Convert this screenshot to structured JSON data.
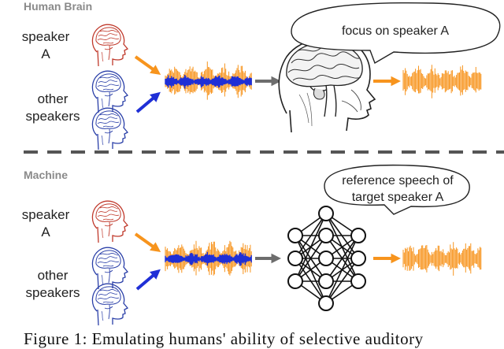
{
  "sections": [
    {
      "title": "Human Brain",
      "speaker_label_line1": "speaker",
      "speaker_label_line2": "A",
      "others_label_line1": "other",
      "others_label_line2": "speakers",
      "bubble_line1": "focus on speaker A",
      "bubble_line2": ""
    },
    {
      "title": "Machine",
      "speaker_label_line1": "speaker",
      "speaker_label_line2": "A",
      "others_label_line1": "other",
      "others_label_line2": "speakers",
      "bubble_line1": "reference speech of",
      "bubble_line2": "target speaker A"
    }
  ],
  "caption": "Figure 1: Emulating humans' ability of selective auditory",
  "colors": {
    "target": "#f7941d",
    "interference": "#1f2fd6",
    "speaker_head": "#c0392b",
    "other_head": "#2a3fa8",
    "arrow_gray": "#6d6d6d",
    "divider": "#555555"
  }
}
